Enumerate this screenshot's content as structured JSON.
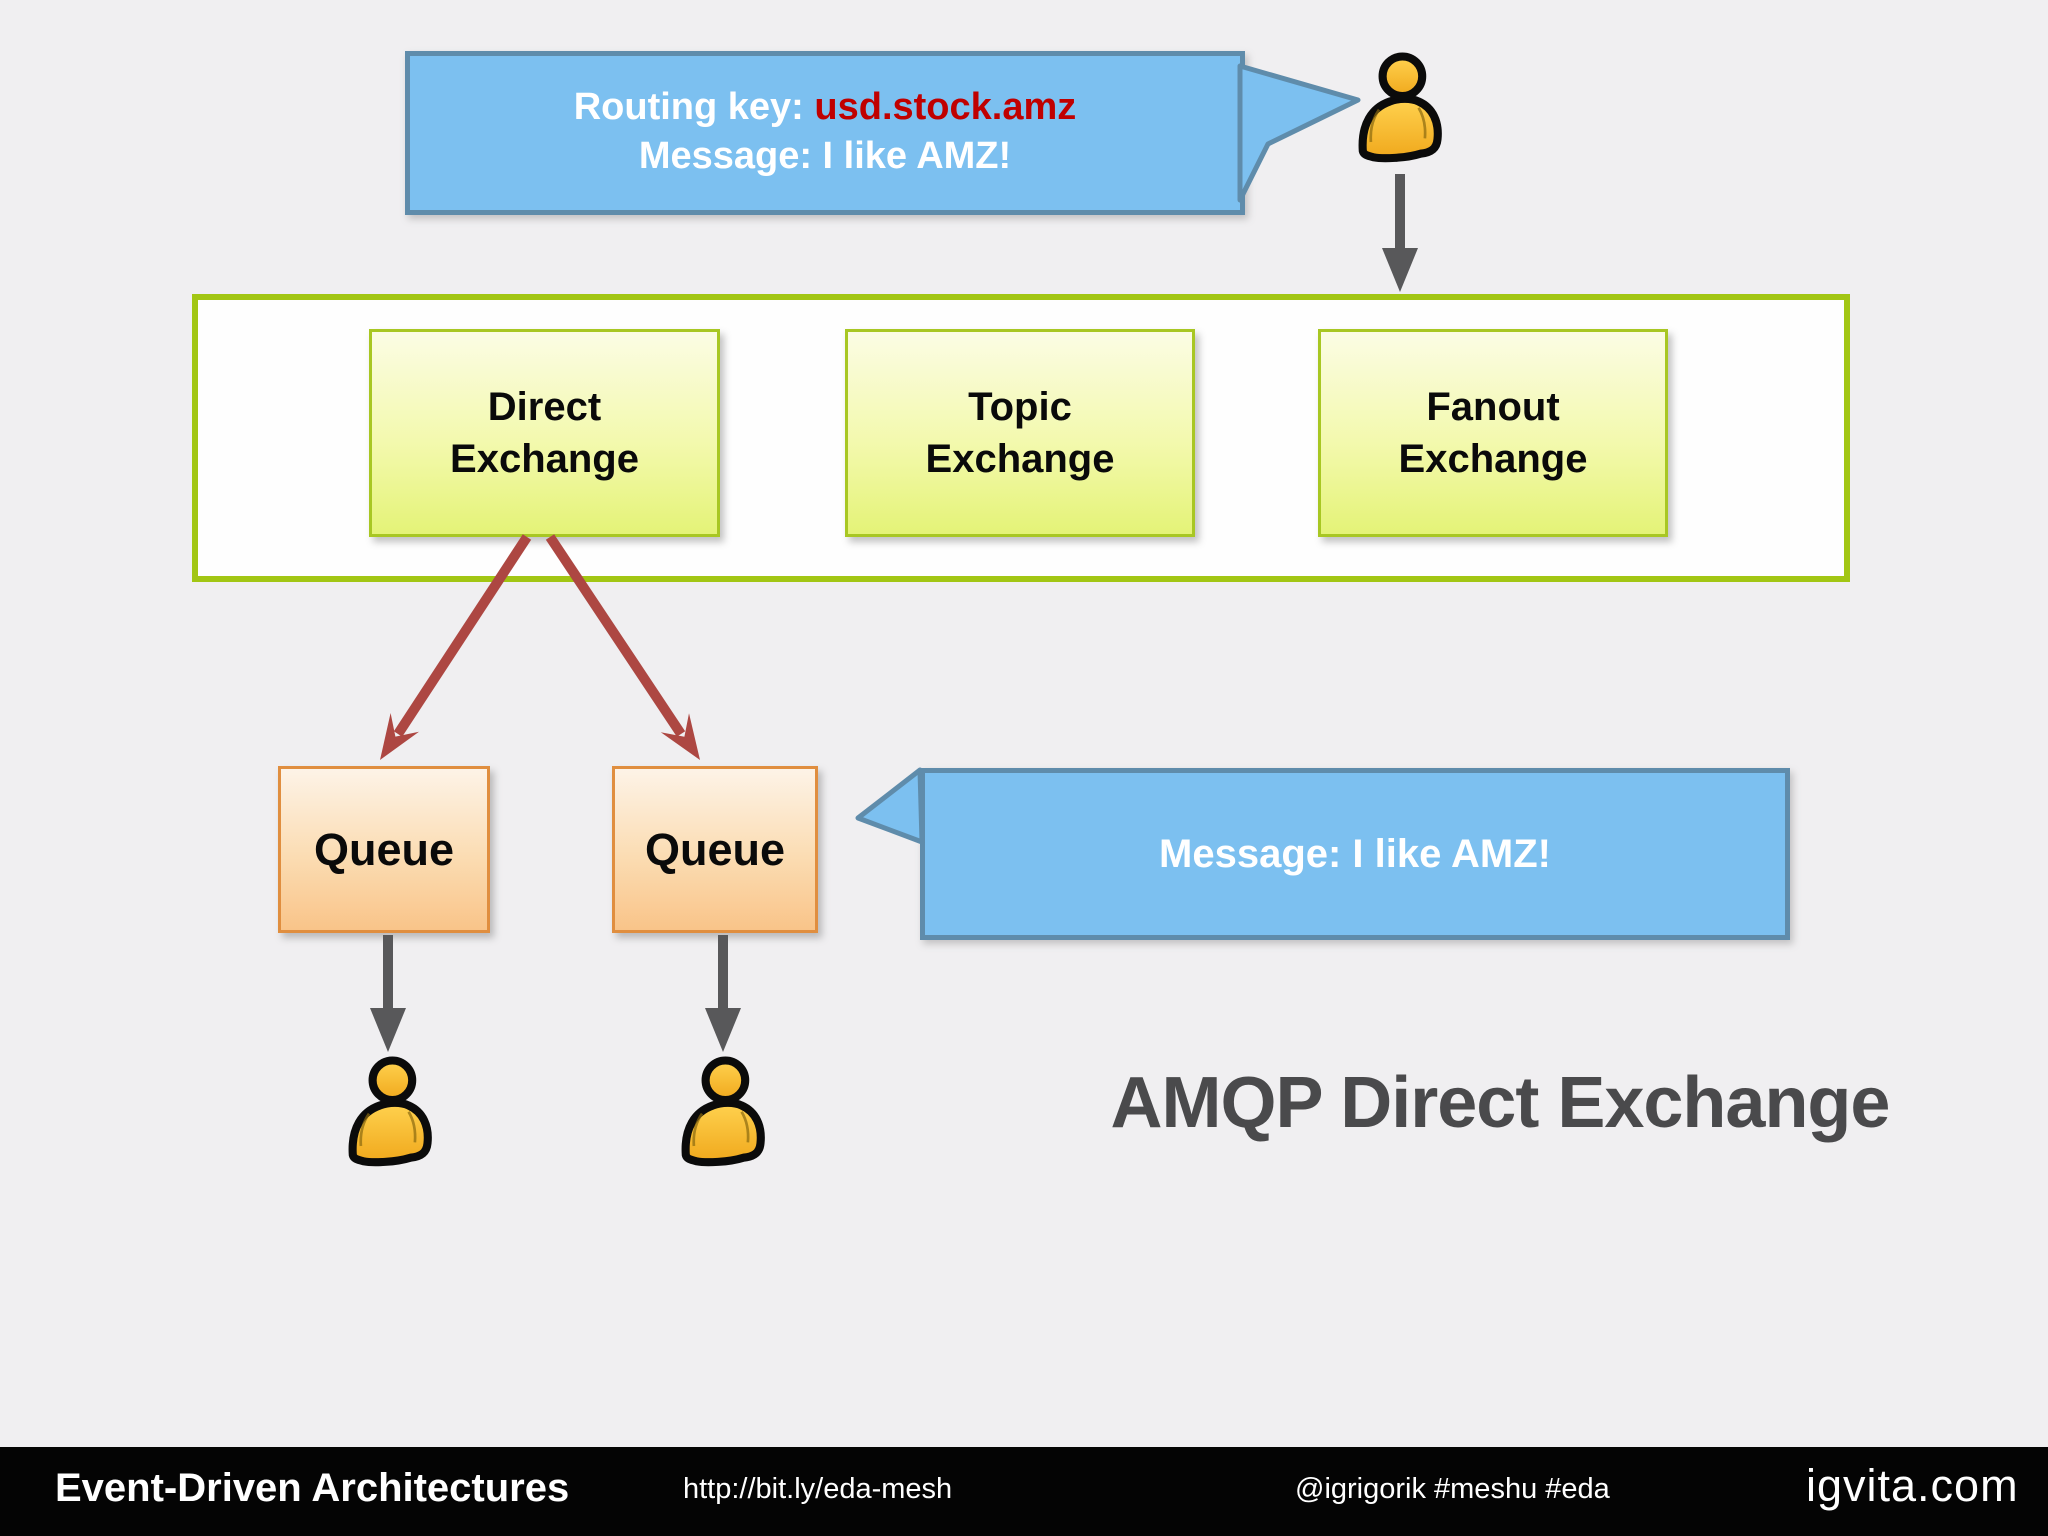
{
  "slide": {
    "title": "AMQP Direct Exchange",
    "title_color": "#4a4a4c",
    "background": "#f0eff1"
  },
  "bubbles": {
    "routing": {
      "prefix": "Routing key: ",
      "key": "usd.stock.amz",
      "line2": "Message: I like AMZ!",
      "fill": "#7cc0f0",
      "border": "#5f8cab",
      "key_color": "#c00000"
    },
    "delivery": {
      "text": "Message: I like AMZ!"
    }
  },
  "exchange_group": {
    "border_color": "#a2c614",
    "boxes": [
      {
        "id": "direct",
        "line1": "Direct",
        "line2": "Exchange"
      },
      {
        "id": "topic",
        "line1": "Topic",
        "line2": "Exchange"
      },
      {
        "id": "fanout",
        "line1": "Fanout",
        "line2": "Exchange"
      }
    ]
  },
  "queues": {
    "left": "Queue",
    "right": "Queue",
    "border_color": "#e08e3f"
  },
  "icons": {
    "producer": "person-icon",
    "consumer_left": "person-icon",
    "consumer_right": "person-icon",
    "person_fill": "#fdc32a"
  },
  "colors": {
    "red_arrow": "#ad4742",
    "gray_arrow": "#58585a"
  },
  "footer": {
    "background": "#040404",
    "title": "Event-Driven Architectures",
    "url": "http://bit.ly/eda-mesh",
    "tags": "@igrigorik #meshu #eda",
    "site": "igvita.com"
  }
}
